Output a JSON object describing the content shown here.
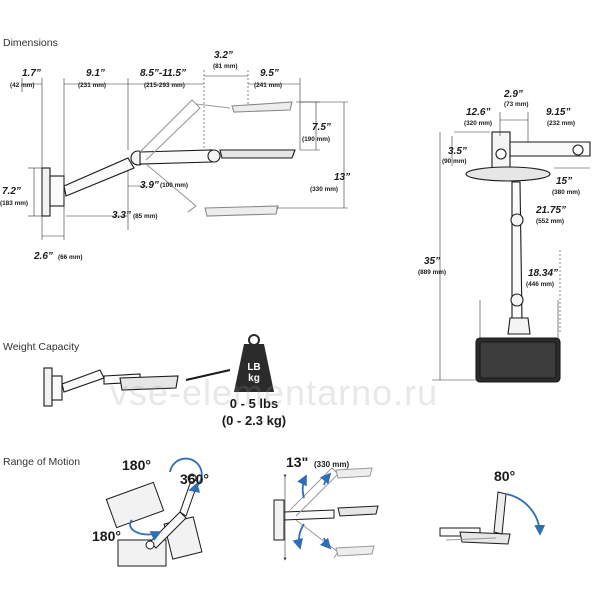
{
  "sections": {
    "dimensions": "Dimensions",
    "weight_capacity": "Weight Capacity",
    "range_of_motion": "Range of Motion"
  },
  "dims": {
    "d1_7": {
      "in": "1.7”",
      "mm": "(42 mm)"
    },
    "d9_1": {
      "in": "9.1”",
      "mm": "(231 mm)"
    },
    "d8_5": {
      "in": "8.5”-11.5”",
      "mm": "(215-293 mm)"
    },
    "d3_2": {
      "in": "3.2”",
      "mm": "(81 mm)"
    },
    "d9_5": {
      "in": "9.5”",
      "mm": "(241 mm)"
    },
    "d7_5": {
      "in": "7.5”",
      "mm": "(190 mm)"
    },
    "d13": {
      "in": "13”",
      "mm": "(330 mm)"
    },
    "d3_9": {
      "in": "3.9”",
      "mm": "(100 mm)"
    },
    "d3_3": {
      "in": "3.3”",
      "mm": "(85 mm)"
    },
    "d7_2": {
      "in": "7.2”",
      "mm": "(183 mm)"
    },
    "d2_6": {
      "in": "2.6”",
      "mm": "(66 mm)"
    },
    "d2_9": {
      "in": "2.9”",
      "mm": "(73 mm)"
    },
    "d12_6": {
      "in": "12.6”",
      "mm": "(320 mm)"
    },
    "d9_15": {
      "in": "9.15”",
      "mm": "(232 mm)"
    },
    "d3_5": {
      "in": "3.5”",
      "mm": "(90 mm)"
    },
    "d15": {
      "in": "15”",
      "mm": "(380 mm)"
    },
    "d21_75": {
      "in": "21.75”",
      "mm": "(552 mm)"
    },
    "d35": {
      "in": "35”",
      "mm": "(889 mm)"
    },
    "d18_34": {
      "in": "18.34”",
      "mm": "(446 mm)"
    }
  },
  "weight": {
    "badge_line1": "LB",
    "badge_line2": "kg",
    "line1": "0 - 5 lbs",
    "line2": "(0 - 2.3 kg)"
  },
  "motion": {
    "deg_180_top": "180°",
    "deg_360": "360°",
    "deg_180_bottom": "180°",
    "lift_in": "13\"",
    "lift_mm": "(330 mm)",
    "tilt": "80°"
  },
  "watermark": "vse-elementarno.ru",
  "colors": {
    "line": "#1a1a1a",
    "dim_line": "#333333",
    "motion_arrow": "#2f6db5",
    "weight_badge": "#2b2b2b",
    "tray_fill": "#e6e6e6"
  }
}
